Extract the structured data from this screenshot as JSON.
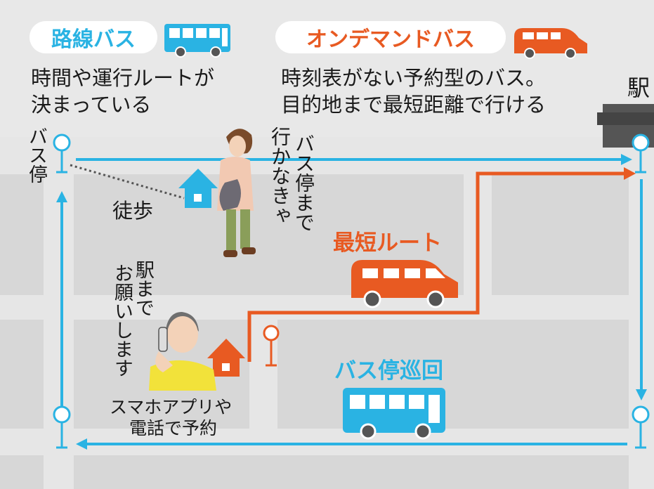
{
  "legend": {
    "route_bus": {
      "label": "路線バス",
      "desc_line1": "時間や運行ルートが",
      "desc_line2": "決まっている"
    },
    "on_demand_bus": {
      "label": "オンデマンドバス",
      "desc_line1": "時刻表がない予約型のバス。",
      "desc_line2": "目的地まで最短距離で行ける"
    }
  },
  "map": {
    "station_label": "駅",
    "bus_stop_label": "バス停",
    "walk_label": "徒歩",
    "woman_speech": [
      "バス停まで",
      "行かなきゃ"
    ],
    "man_speech": [
      "駅まで",
      "お願いします"
    ],
    "reservation_label_line1": "スマホアプリや",
    "reservation_label_line2": "電話で予約",
    "shortest_route_label": "最短ルート",
    "bus_stop_loop_label": "バス停巡回"
  },
  "colors": {
    "route_blue": "#2ab3e3",
    "on_demand_orange": "#e85a22",
    "road_white": "#ffffff",
    "block_gray": "#d9d9d9",
    "station_dark": "#555555"
  },
  "icons": [
    "route-bus-icon",
    "on-demand-van-icon",
    "bus-stop-icon",
    "house-icon",
    "station-building-icon"
  ]
}
